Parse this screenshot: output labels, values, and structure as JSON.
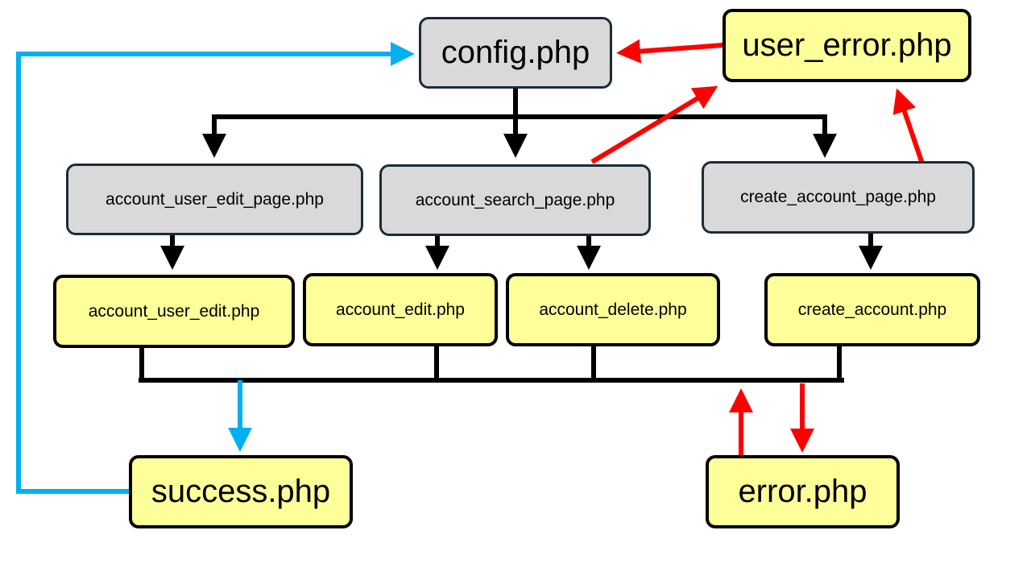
{
  "nodes": {
    "config": "config.php",
    "user_error": "user_error.php",
    "account_user_edit_page": "account_user_edit_page.php",
    "account_search_page": "account_search_page.php",
    "create_account_page": "create_account_page.php",
    "account_user_edit": "account_user_edit.php",
    "account_edit": "account_edit.php",
    "account_delete": "account_delete.php",
    "create_account": "create_account.php",
    "success": "success.php",
    "error": "error.php"
  },
  "edges": [
    {
      "from": "config",
      "to": "account_user_edit_page",
      "kind": "include"
    },
    {
      "from": "config",
      "to": "account_search_page",
      "kind": "include"
    },
    {
      "from": "config",
      "to": "create_account_page",
      "kind": "include"
    },
    {
      "from": "account_user_edit_page",
      "to": "account_user_edit",
      "kind": "submit"
    },
    {
      "from": "account_search_page",
      "to": "account_edit",
      "kind": "submit"
    },
    {
      "from": "account_search_page",
      "to": "account_delete",
      "kind": "submit"
    },
    {
      "from": "create_account_page",
      "to": "create_account",
      "kind": "submit"
    },
    {
      "from": "action_bus",
      "to": "success",
      "kind": "success"
    },
    {
      "from": "success",
      "to": "config",
      "kind": "success"
    },
    {
      "from": "action_bus",
      "to": "error",
      "kind": "error"
    },
    {
      "from": "error",
      "to": "action_bus",
      "kind": "error"
    },
    {
      "from": "user_error",
      "to": "config",
      "kind": "error"
    },
    {
      "from": "account_search_page",
      "to": "user_error",
      "kind": "error"
    },
    {
      "from": "create_account_page",
      "to": "user_error",
      "kind": "error"
    }
  ],
  "colors": {
    "page_fill": "#d9d9d9",
    "script_fill": "#ffff99",
    "flow": "#000000",
    "success_flow": "#00b0f0",
    "error_flow": "#ff0000"
  }
}
